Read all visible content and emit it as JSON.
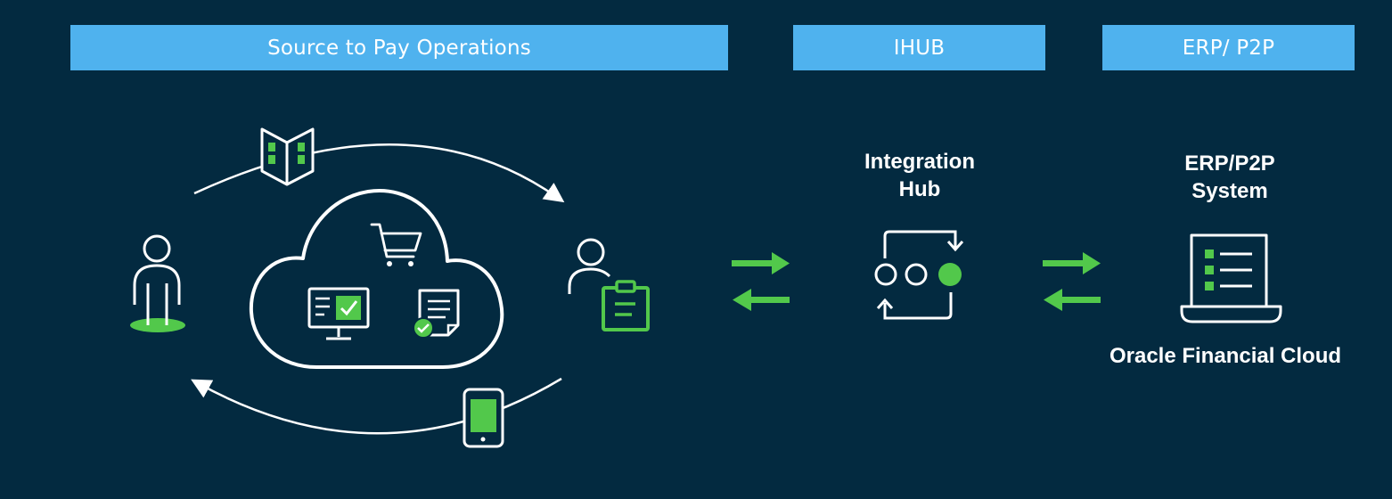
{
  "headers": {
    "source_to_pay": "Source to Pay Operations",
    "ihub": "IHUB",
    "erp_p2p": "ERP/ P2P"
  },
  "integration_hub": {
    "label_line1": "Integration",
    "label_line2": "Hub"
  },
  "erp_system": {
    "label_line1": "ERP/P2P",
    "label_line2": "System"
  },
  "oracle_label": "Oracle Financial Cloud",
  "colors": {
    "background": "#032a40",
    "header": "#4fb2ee",
    "accent": "#52c84b",
    "line": "#ffffff"
  },
  "icons": [
    "catalog-icon",
    "user-icon",
    "cloud-icon",
    "cart-icon",
    "monitor-check-icon",
    "document-check-icon",
    "user-clipboard-icon",
    "mobile-icon",
    "exchange-arrows-icon",
    "integration-hub-icon",
    "erp-document-icon"
  ]
}
